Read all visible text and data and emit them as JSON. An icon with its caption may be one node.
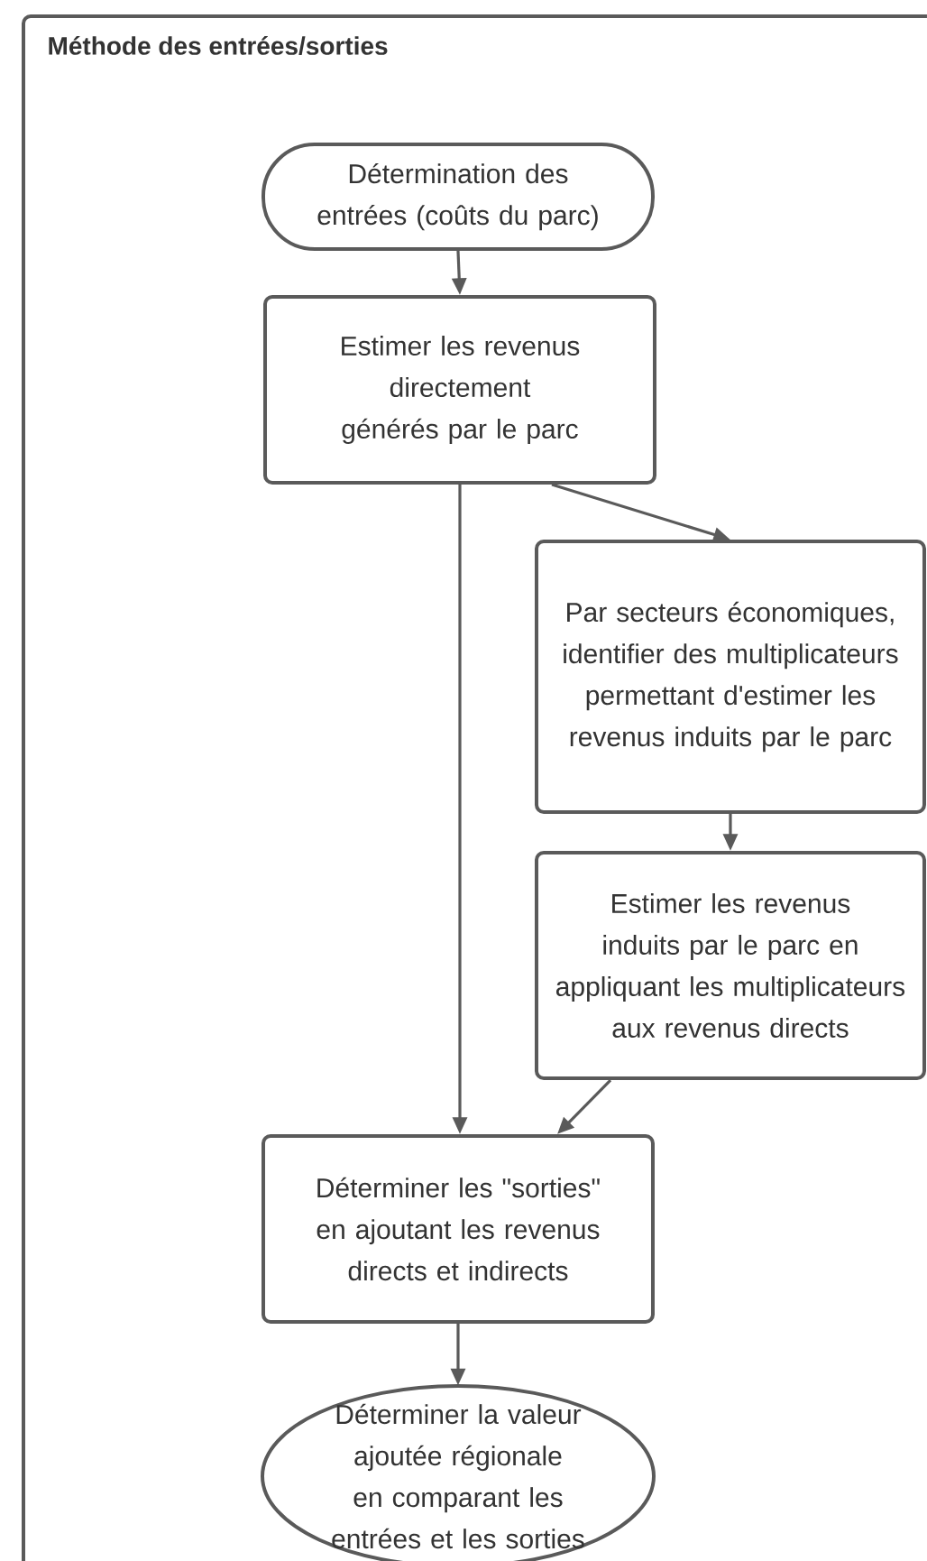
{
  "diagram": {
    "nodes": [
      {
        "text": [
          "Méthode des entrées/sorties"
        ]
      },
      {
        "text": [
          "Détermination des entrées (coûts du parc)"
        ],
        "in": 0
      },
      {
        "text": [
          "Estimer les revenus directement générés par le parc"
        ],
        "in": 0
      },
      {
        "text": [
          "Par secteurs économiques, identifier des multiplicateurs permettant d'estimer les revenus induits par le parc"
        ],
        "in": 0
      },
      {
        "text": [
          "Estimer les revenus induits par le parc en appliquant les multiplicateurs aux revenus directs"
        ],
        "in": 0
      },
      {
        "text": [
          "Déterminer les \"sorties\" en ajoutant les revenus directs et indirects"
        ],
        "in": 0
      },
      {
        "text": [
          "Déterminer la valeur ajoutée régionale en comparant les entrées et les sorties"
        ],
        "in": 0
      }
    ],
    "edges": [
      {
        "from": 1,
        "to": 2,
        "arrow": "to"
      },
      {
        "from": 2,
        "to": 3,
        "arrow": "to"
      },
      {
        "from": 2,
        "to": 5,
        "arrow": "to"
      },
      {
        "from": 3,
        "to": 4,
        "arrow": "to"
      },
      {
        "from": 4,
        "to": 5,
        "arrow": "to"
      },
      {
        "from": 5,
        "to": 6,
        "arrow": "to"
      }
    ]
  }
}
